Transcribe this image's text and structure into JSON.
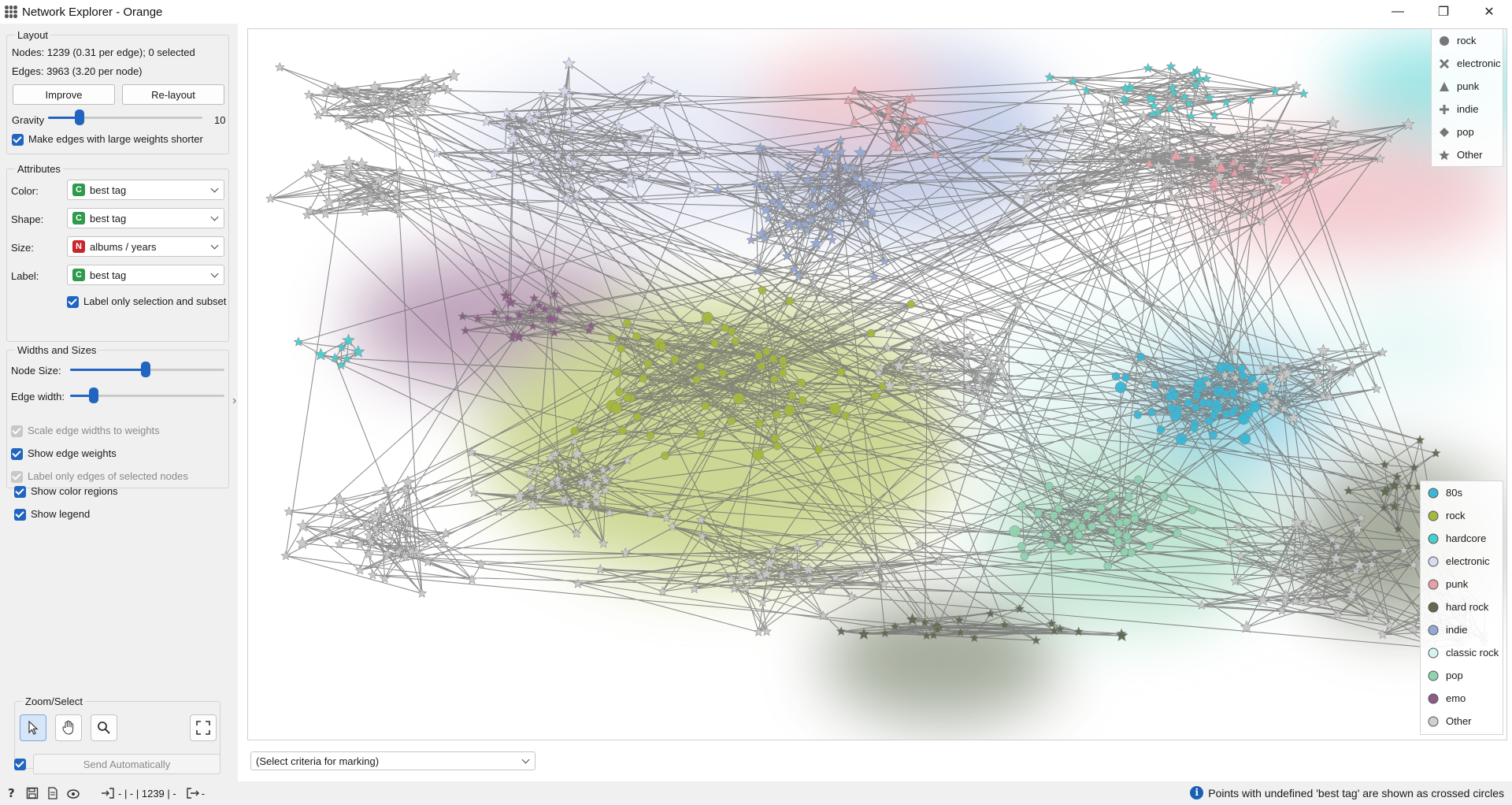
{
  "window": {
    "title": "Network Explorer - Orange",
    "minimize": "—",
    "maximize": "❐",
    "close": "✕"
  },
  "layout": {
    "title": "Layout",
    "nodes_info": "Nodes: 1239 (0.31 per edge); 0 selected",
    "edges_info": "Edges: 3963 (3.20 per node)",
    "improve": "Improve",
    "relayout": "Re-layout",
    "gravity_label": "Gravity",
    "gravity_value": "10",
    "shorter_edges": "Make edges with large weights shorter"
  },
  "attributes": {
    "title": "Attributes",
    "color_label": "Color:",
    "color_value": "best tag",
    "color_type": "C",
    "shape_label": "Shape:",
    "shape_value": "best tag",
    "shape_type": "C",
    "size_label": "Size:",
    "size_value": "albums / years",
    "size_type": "N",
    "label_label": "Label:",
    "label_value": "best tag",
    "label_type": "C",
    "label_only": "Label only selection and subset"
  },
  "widths": {
    "title": "Widths and Sizes",
    "node_size": "Node Size:",
    "edge_width": "Edge width:",
    "scale_edges": "Scale edge widths to weights",
    "show_weights": "Show edge weights",
    "label_edges": "Label only edges of selected nodes"
  },
  "show_color_regions": "Show color regions",
  "show_legend": "Show legend",
  "zoom": {
    "title": "Zoom/Select"
  },
  "send": "Send Automatically",
  "marking": "(Select criteria for marking)",
  "status": {
    "counts": "- | - | 1239 | -",
    "out": "-",
    "info": "Points with undefined 'best tag' are shown as crossed circles"
  },
  "shape_legend": [
    {
      "label": "rock",
      "icon": "circle-icon"
    },
    {
      "label": "electronic",
      "icon": "cross-icon"
    },
    {
      "label": "punk",
      "icon": "triangle-icon"
    },
    {
      "label": "indie",
      "icon": "plus-icon"
    },
    {
      "label": "pop",
      "icon": "diamond-icon"
    },
    {
      "label": "Other",
      "icon": "star-icon"
    }
  ],
  "color_legend": [
    {
      "label": "80s",
      "color": "#3ab7d6"
    },
    {
      "label": "rock",
      "color": "#a6b83c"
    },
    {
      "label": "hardcore",
      "color": "#45cfcf"
    },
    {
      "label": "electronic",
      "color": "#d7dbf0"
    },
    {
      "label": "punk",
      "color": "#e8a0a8"
    },
    {
      "label": "hard rock",
      "color": "#5f6a4f"
    },
    {
      "label": "indie",
      "color": "#95a9d8"
    },
    {
      "label": "classic rock",
      "color": "#d6f3f0"
    },
    {
      "label": "pop",
      "color": "#8fd3b0"
    },
    {
      "label": "emo",
      "color": "#8c5c86"
    },
    {
      "label": "Other",
      "color": "#d0d0d0"
    }
  ]
}
